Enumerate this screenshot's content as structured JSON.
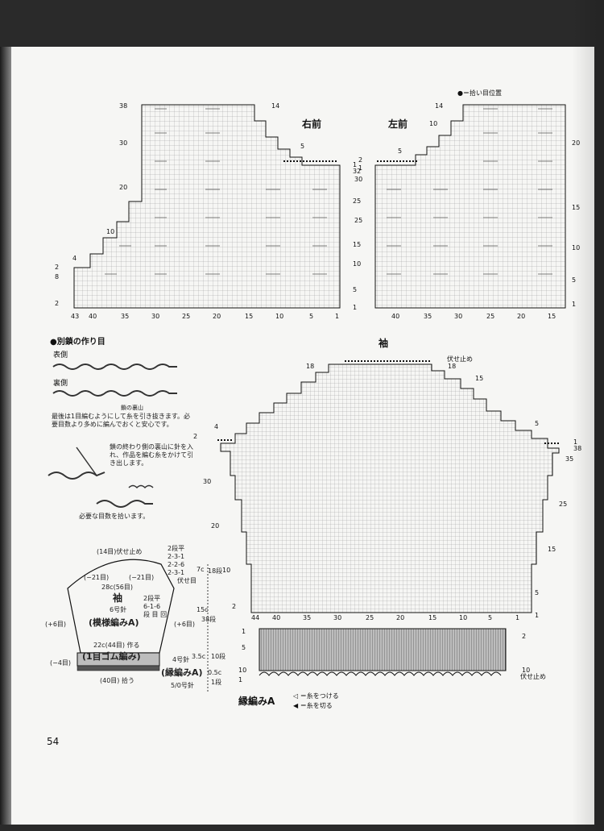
{
  "page_number": "54",
  "legend_top": "●＝拾い目位置",
  "right_front": {
    "title": "右前",
    "left_rows": [
      "38",
      "30",
      "20",
      "10",
      "2",
      "8",
      "2"
    ],
    "top_stitch": "14",
    "right_labels": [
      "5",
      "1",
      "32",
      "25",
      "15",
      "10",
      "5",
      "1"
    ],
    "left_small": [
      "4",
      "2"
    ],
    "bottom_ticks": [
      "43",
      "40",
      "35",
      "30",
      "25",
      "20",
      "15",
      "10",
      "5",
      "1"
    ]
  },
  "left_front": {
    "title": "左前",
    "top_stitch": "14",
    "left_labels": [
      "10",
      "5",
      "2",
      "1",
      "30",
      "25",
      "20",
      "15",
      "10",
      "5",
      "1"
    ],
    "bottom_ticks": [
      "40",
      "35",
      "30",
      "25",
      "20",
      "15"
    ]
  },
  "crochet": {
    "title": "●別鎖の作り目",
    "front_label": "表側",
    "back_label": "裏側",
    "back_mountain": "鎖の裏山",
    "note1": "最後は1目編むようにして糸を引き抜きます。必要目数より多めに編んでおくと安心です。",
    "note2": "鎖の終わり側の裏山に針を入れ、作品を編む糸をかけて引き出します。",
    "note3": "必要な目数を拾います。"
  },
  "sleeve": {
    "title": "袖",
    "bind_off": "伏せ止め",
    "top_labels": [
      "18",
      "18",
      "15",
      "5",
      "1",
      "38",
      "35",
      "25",
      "15",
      "5",
      "1"
    ],
    "left_labels": [
      "18",
      "4",
      "2",
      "30",
      "20",
      "10",
      "2"
    ],
    "bottom_ticks": [
      "44",
      "40",
      "35",
      "30",
      "25",
      "20",
      "15",
      "10",
      "5",
      "1"
    ]
  },
  "edging": {
    "title": "縁編みA",
    "rows": [
      "1",
      "5",
      "10",
      "1"
    ],
    "end_labels": [
      "2",
      "10",
      "伏せ止め"
    ],
    "legend_attach": "◁ ＝糸をつける",
    "legend_cut": "◀ ＝糸を切る"
  },
  "schematic": {
    "top": "(14目)伏せ止め",
    "row_right1": "2段平",
    "row_right2": "2-3-1",
    "row_right3": "2-2-6",
    "row_right4": "2-3-1",
    "row_right5": "伏せ目",
    "left_minus": "(−21目)",
    "right_minus": "(−21目)",
    "width": "28c(56目)",
    "name": "袖",
    "needle": "6号針",
    "inc1": "2段平",
    "inc2": "6-1-6",
    "inc3": "段 目 回",
    "pattern": "(模様編みA)",
    "plus_left": "(+6目)",
    "plus_right": "(+6目)",
    "cuff_width": "22c(44目) 作る",
    "rib": "(1目ゴム編み)",
    "rib_needle": "4号針",
    "minus4": "(−4目)",
    "edging": "(縁編みA)",
    "edging_needle": "5/0号針",
    "pick": "(40目) 拾う",
    "h1": "7c",
    "h1b": "18段",
    "h2": "15c",
    "h2b": "38段",
    "h3": "3.5c",
    "h3b": "10段",
    "h4": "0.5c",
    "h4b": "1段"
  }
}
